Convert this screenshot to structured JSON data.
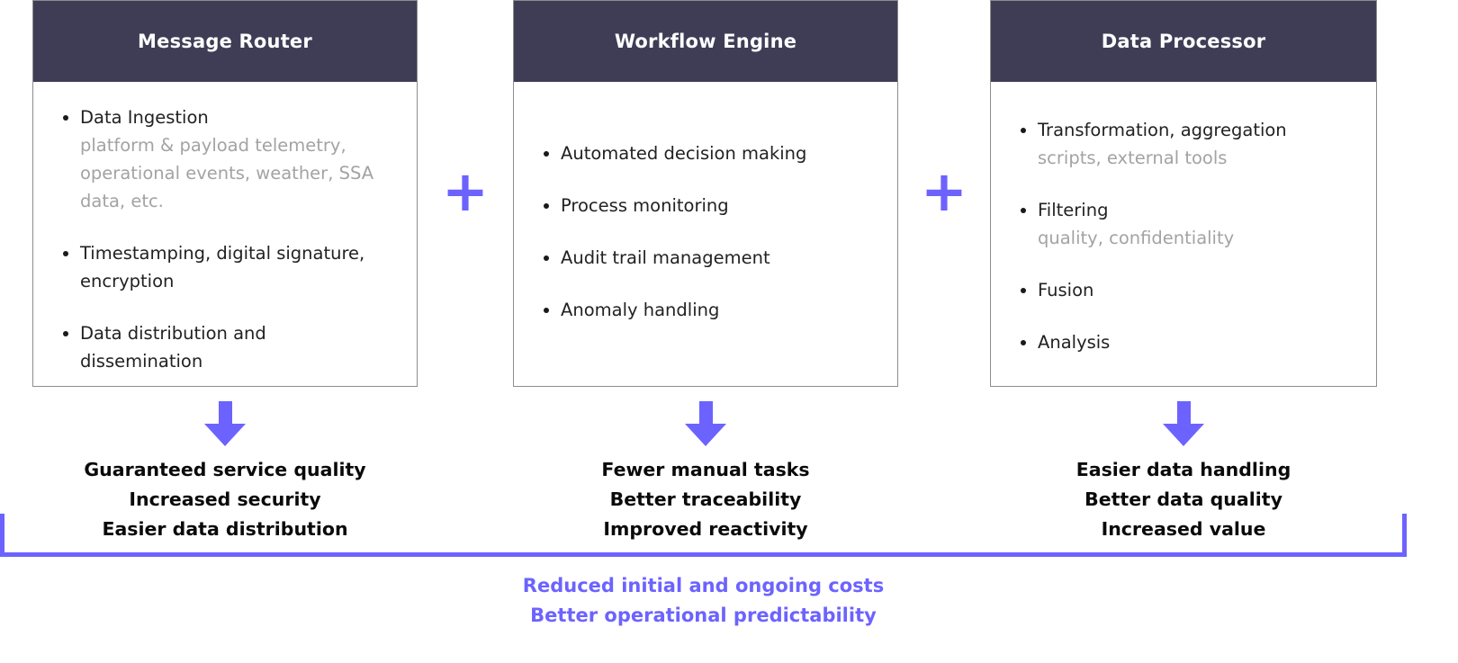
{
  "colors": {
    "accent": "#6c63ff",
    "header": "#3f3d56",
    "muted": "#a3a3a3"
  },
  "plus": "+",
  "columns": [
    {
      "title": "Message Router",
      "items": [
        {
          "text": "Data Ingestion",
          "sub": "platform & payload telemetry, operational events, weather, SSA data, etc."
        },
        {
          "text": "Timestamping, digital signature, encryption"
        },
        {
          "text": "Data distribution and dissemination"
        }
      ],
      "benefits": [
        "Guaranteed service quality",
        "Increased security",
        "Easier data distribution"
      ]
    },
    {
      "title": "Workflow Engine",
      "items": [
        {
          "text": "Automated decision making"
        },
        {
          "text": "Process monitoring"
        },
        {
          "text": "Audit trail management"
        },
        {
          "text": "Anomaly handling"
        }
      ],
      "benefits": [
        "Fewer manual tasks",
        "Better traceability",
        "Improved reactivity"
      ]
    },
    {
      "title": "Data Processor",
      "items": [
        {
          "text": "Transformation, aggregation",
          "sub": "scripts, external tools"
        },
        {
          "text": "Filtering",
          "sub": "quality, confidentiality"
        },
        {
          "text": "Fusion"
        },
        {
          "text": "Analysis"
        }
      ],
      "benefits": [
        "Easier data handling",
        "Better data quality",
        "Increased value"
      ]
    }
  ],
  "footer": [
    "Reduced initial and ongoing costs",
    "Better operational predictability"
  ]
}
